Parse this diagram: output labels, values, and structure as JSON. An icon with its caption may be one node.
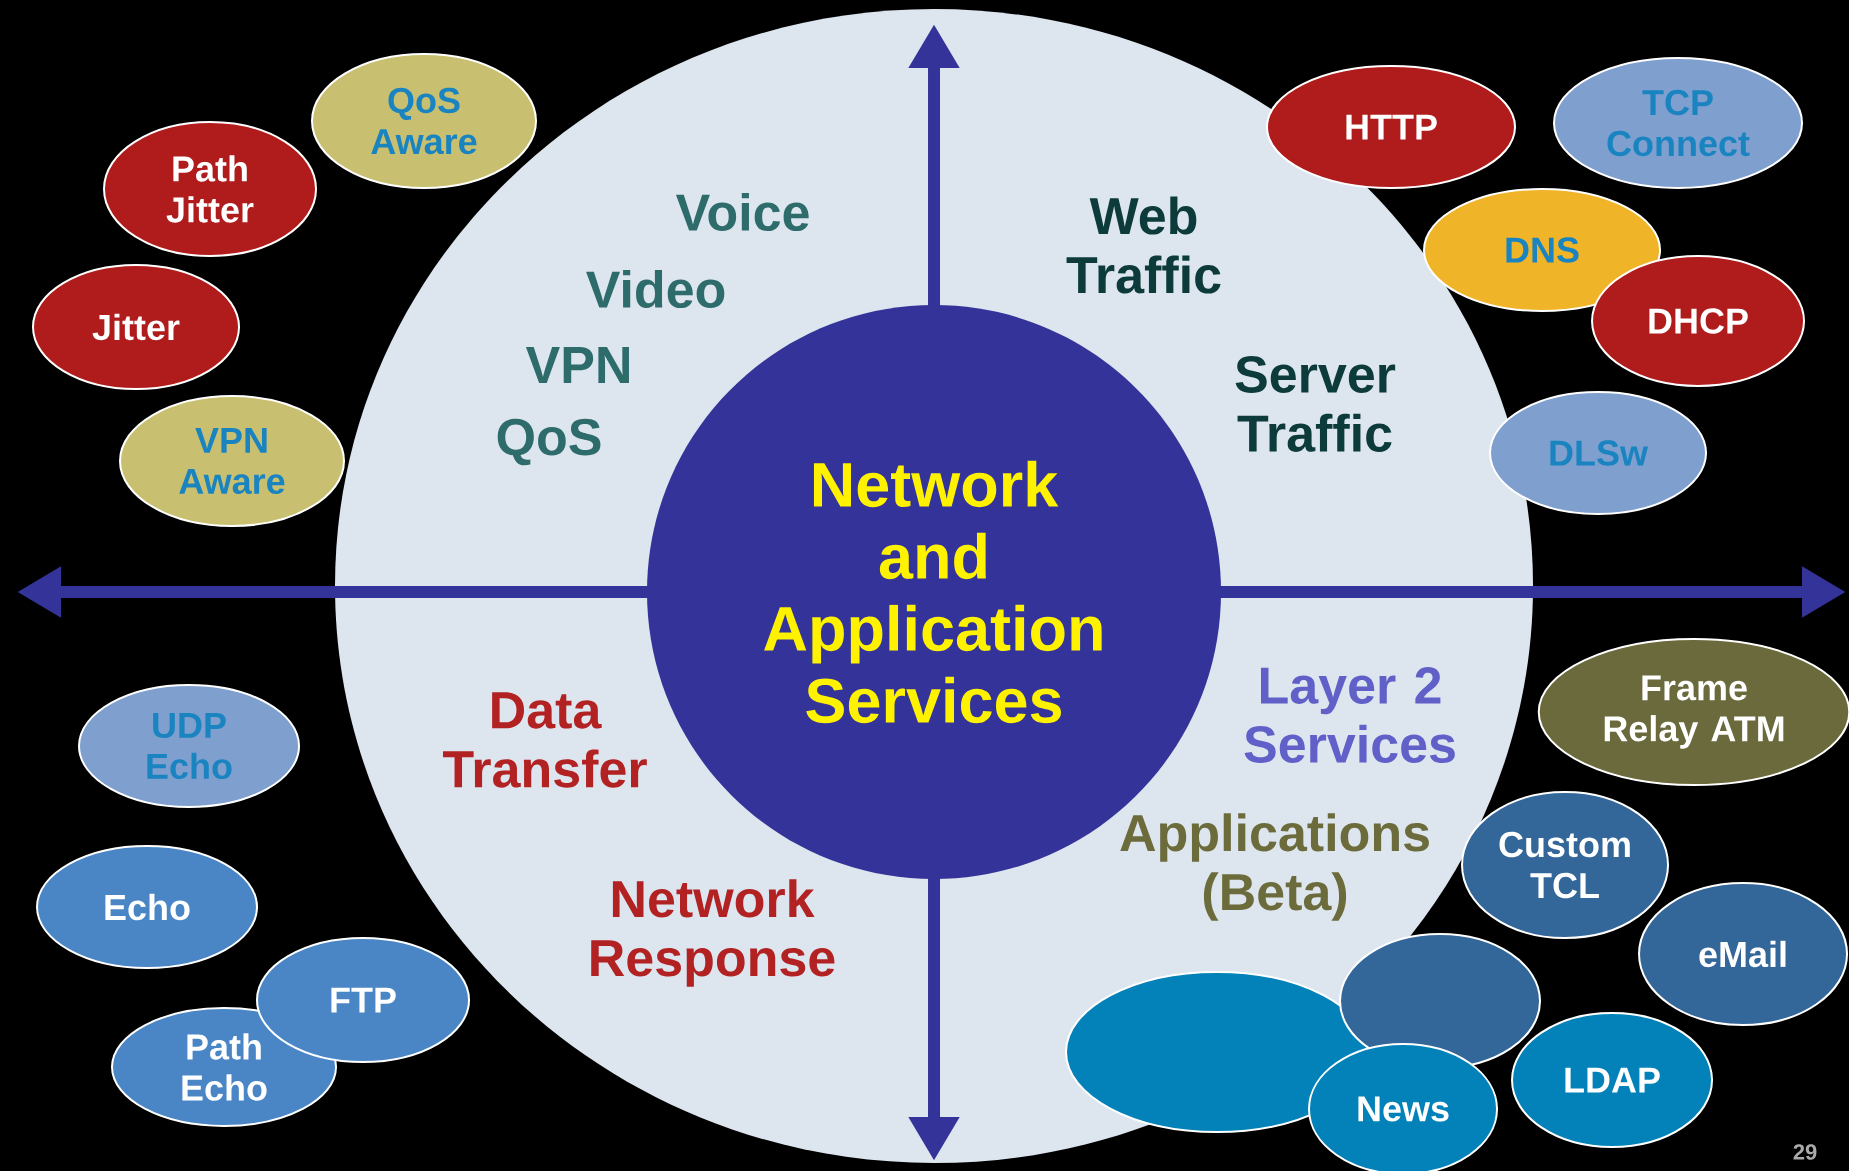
{
  "diagram": {
    "nodes": [
      {
        "text": [
          "Network and Application Services"
        ]
      },
      {
        "text": [
          "QoS Aware"
        ]
      },
      {
        "text": [
          "Path Jitter"
        ]
      },
      {
        "text": [
          "Jitter"
        ]
      },
      {
        "text": [
          "VPN Aware"
        ]
      },
      {
        "text": [
          "HTTP"
        ]
      },
      {
        "text": [
          "TCP Connect"
        ]
      },
      {
        "text": [
          "DNS"
        ]
      },
      {
        "text": [
          "DHCP"
        ]
      },
      {
        "text": [
          "DLSw"
        ]
      },
      {
        "text": [
          "UDP Echo"
        ]
      },
      {
        "text": [
          "Frame Relay ATM"
        ]
      },
      {
        "text": [
          "Custom TCL"
        ]
      },
      {
        "text": [
          "Echo"
        ]
      },
      {
        "text": [
          "eMail"
        ]
      },
      {
        "text": [
          "FTP"
        ]
      },
      {
        "text": [],
        "shape": "ellipse"
      },
      {
        "text": [],
        "shape": "ellipse"
      },
      {
        "text": [
          "Path Echo"
        ]
      },
      {
        "text": [
          "News"
        ]
      },
      {
        "text": [
          "LDAP"
        ]
      }
    ],
    "edges": [],
    "labels": [
      "Voice",
      "Web Traffic",
      "Video",
      "VPN",
      "Server Traffic",
      "QoS",
      "Data Transfer",
      "Layer 2 Services",
      "Applications (Beta)",
      "Network Response",
      "29"
    ]
  }
}
